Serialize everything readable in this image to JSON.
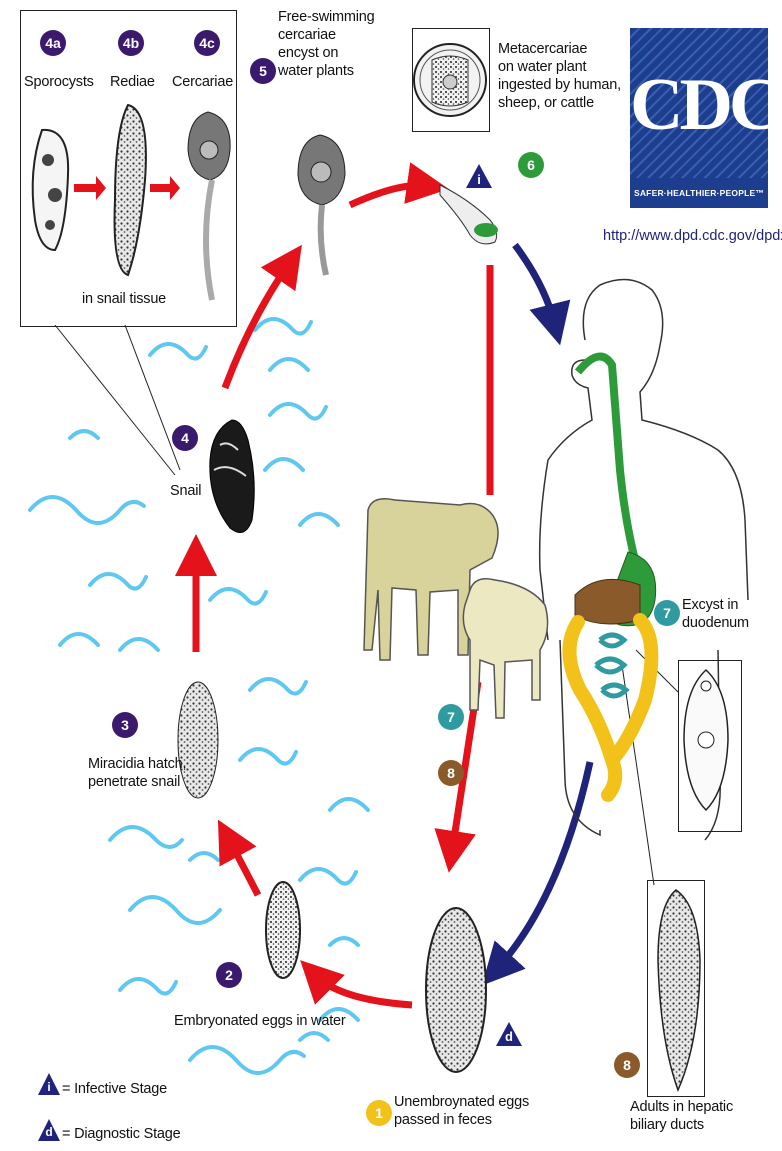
{
  "colors": {
    "purple_stage": "#3b1a6e",
    "green_stage": "#2e9b3a",
    "teal_stage": "#2f9aa0",
    "brown_stage": "#8a5a2b",
    "yellow_stage": "#f2c21b",
    "blue_triangle": "#1f237a",
    "red_arrow": "#e3121b",
    "blue_arrow": "#1f237a",
    "water": "#5ec8f0",
    "cdc_blue": "#1d3d8f"
  },
  "inset_snail_tissue": {
    "badges": [
      "4a",
      "4b",
      "4c"
    ],
    "labels": [
      "Sporocysts",
      "Rediae",
      "Cercariae"
    ],
    "caption": "in snail tissue"
  },
  "stage5": {
    "badge": "5",
    "lines": [
      "Free-swimming",
      "cercariae",
      "encyst on",
      "water plants"
    ]
  },
  "stage6": {
    "badge": "6",
    "lines": [
      "Metacercariae",
      "on water plant",
      "ingested by human,",
      "sheep, or cattle"
    ],
    "infective_mark": "i"
  },
  "cdc": {
    "logo": "CDC",
    "tagline": "SAFER·HEALTHIER·PEOPLE™",
    "url": "http://www.dpd.cdc.gov/dpdx"
  },
  "stage4": {
    "badge": "4",
    "label": "Snail"
  },
  "stage3": {
    "badge": "3",
    "lines": [
      "Miracidia hatch,",
      "penetrate snail"
    ]
  },
  "stage2": {
    "badge": "2",
    "label": "Embryonated eggs in water"
  },
  "stage1": {
    "badge": "1",
    "lines": [
      "Unembroynated eggs",
      "passed in feces"
    ],
    "diagnostic_mark": "d"
  },
  "stage7": {
    "badge": "7",
    "lines": [
      "Excyst in",
      "duodenum"
    ]
  },
  "stage7_cattle": {
    "badge": "7"
  },
  "stage8_cattle": {
    "badge": "8"
  },
  "stage8": {
    "badge": "8",
    "lines": [
      "Adults in hepatic",
      "biliary ducts"
    ]
  },
  "legend": {
    "infective_mark": "i",
    "infective_text": "= Infective Stage",
    "diagnostic_mark": "d",
    "diagnostic_text": "= Diagnostic Stage"
  }
}
